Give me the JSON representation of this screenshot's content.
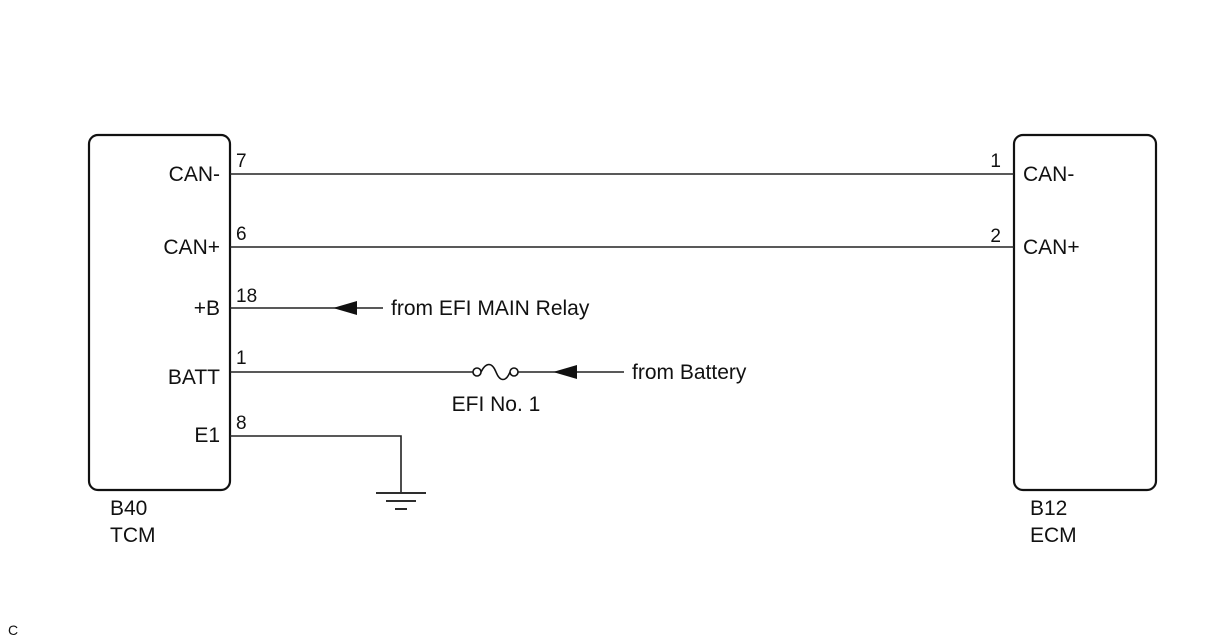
{
  "tcm": {
    "connector": "B40",
    "name": "TCM",
    "pins": [
      {
        "label": "CAN-",
        "pin": "7"
      },
      {
        "label": "CAN+",
        "pin": "6"
      },
      {
        "label": "+B",
        "pin": "18"
      },
      {
        "label": "BATT",
        "pin": "1"
      },
      {
        "label": "E1",
        "pin": "8"
      }
    ]
  },
  "ecm": {
    "connector": "B12",
    "name": "ECM",
    "pins": [
      {
        "label": "CAN-",
        "pin": "1"
      },
      {
        "label": "CAN+",
        "pin": "2"
      }
    ]
  },
  "sources": {
    "efi_main_relay": "from EFI MAIN Relay",
    "battery": "from Battery"
  },
  "fuse": {
    "name": "EFI No. 1"
  },
  "footer": {
    "code": "C"
  },
  "colors": {
    "line": "#222222",
    "text": "#111111"
  }
}
